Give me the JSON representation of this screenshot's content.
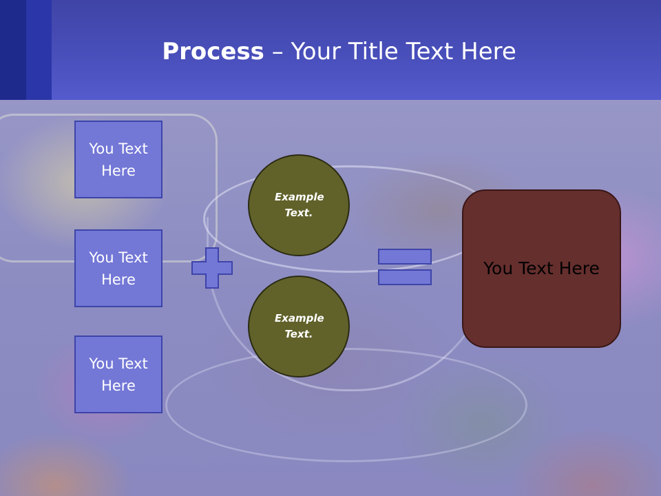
{
  "header": {
    "title_bold": "Process",
    "title_rest": " – Your Title Text Here"
  },
  "inputs": [
    {
      "label": "You Text Here"
    },
    {
      "label": "You Text Here"
    },
    {
      "label": "You Text Here"
    }
  ],
  "circles": [
    {
      "label": "Example Text."
    },
    {
      "label": "Example Text."
    }
  ],
  "result": {
    "label": "You Text Here"
  },
  "colors": {
    "header": "#4a50bc",
    "box_fill": "#7377d6",
    "circle_fill": "#61622a",
    "result_fill": "#652f2e"
  }
}
